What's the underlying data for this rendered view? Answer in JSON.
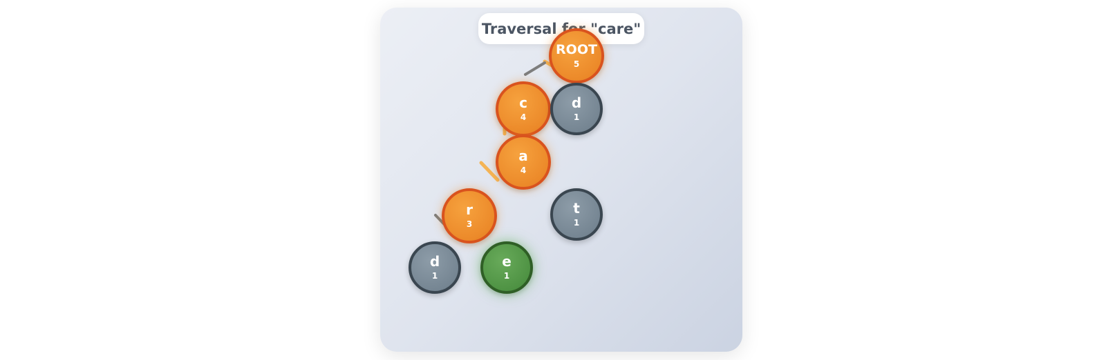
{
  "title": "Traversal for \"care\"",
  "colors": {
    "path_node": "#ec8a2a",
    "path_border": "#d9531e",
    "other_node": "#768693",
    "other_border": "#3a4650",
    "end_node": "#4f9344",
    "end_border": "#2f5f26",
    "path_edge": "#f4b456",
    "other_edge": "#7d7d7d"
  },
  "nodes": {
    "root": {
      "char": "ROOT",
      "count": "5",
      "state": "path"
    },
    "c": {
      "char": "c",
      "count": "4",
      "state": "path"
    },
    "d_top": {
      "char": "d",
      "count": "1",
      "state": "inactive"
    },
    "a": {
      "char": "a",
      "count": "4",
      "state": "path"
    },
    "t": {
      "char": "t",
      "count": "1",
      "state": "inactive"
    },
    "r": {
      "char": "r",
      "count": "3",
      "state": "path"
    },
    "d_bottom": {
      "char": "d",
      "count": "1",
      "state": "inactive"
    },
    "e": {
      "char": "e",
      "count": "1",
      "state": "end"
    }
  }
}
